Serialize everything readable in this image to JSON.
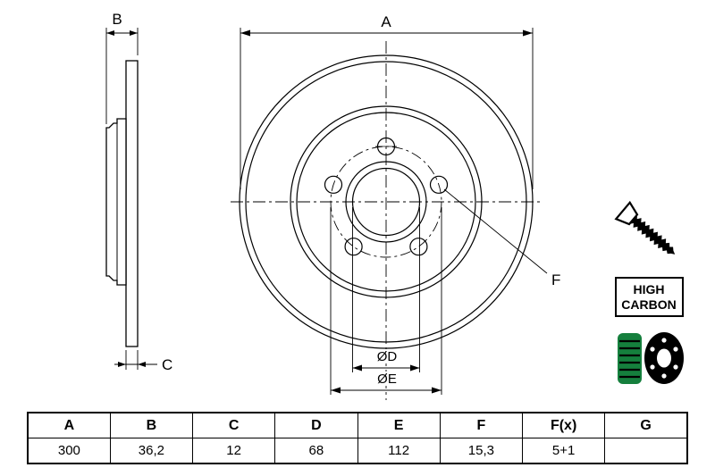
{
  "drawing": {
    "labels": {
      "a": "A",
      "b": "B",
      "c": "C",
      "f": "F",
      "d": "ØD",
      "e": "ØE"
    }
  },
  "badges": {
    "high_carbon": [
      "HIGH",
      "CARBON"
    ]
  },
  "icons": [
    "countersunk-screw-icon",
    "high-carbon-badge",
    "coated-brake-disc-icon"
  ],
  "table": {
    "headers": [
      "A",
      "B",
      "C",
      "D",
      "E",
      "F",
      "F(x)",
      "G"
    ],
    "values": [
      "300",
      "36,2",
      "12",
      "68",
      "112",
      "15,3",
      "5+1",
      ""
    ]
  },
  "colors": {
    "line": "#000000",
    "background": "#ffffff",
    "disc_icon_green": "#157f3d"
  }
}
